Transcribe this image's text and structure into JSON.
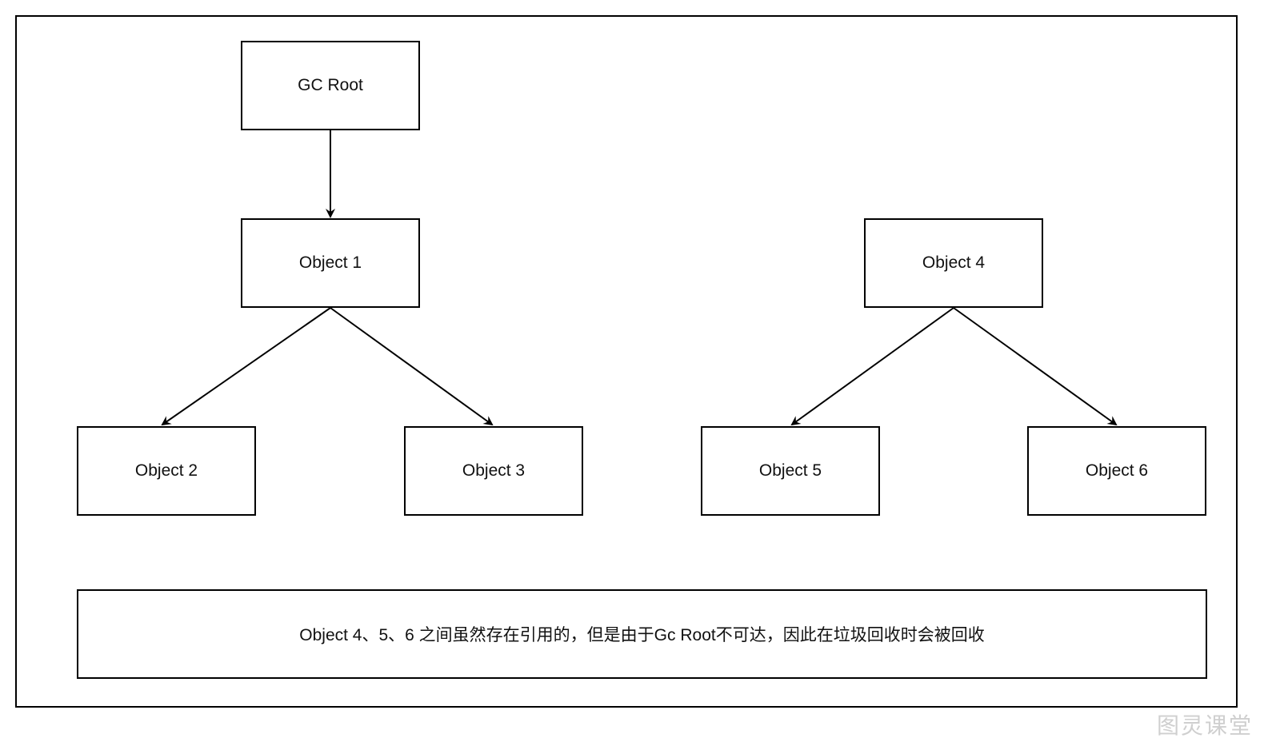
{
  "diagram": {
    "nodes": {
      "gc_root": "GC Root",
      "object1": "Object 1",
      "object2": "Object 2",
      "object3": "Object 3",
      "object4": "Object 4",
      "object5": "Object 5",
      "object6": "Object 6"
    },
    "note": "Object 4、5、6 之间虽然存在引用的，但是由于Gc Root不可达，因此在垃圾回收时会被回收",
    "edges": [
      {
        "from": "gc_root",
        "to": "object1"
      },
      {
        "from": "object1",
        "to": "object2"
      },
      {
        "from": "object1",
        "to": "object3"
      },
      {
        "from": "object4",
        "to": "object5"
      },
      {
        "from": "object4",
        "to": "object6"
      }
    ]
  },
  "watermark": "图灵课堂"
}
